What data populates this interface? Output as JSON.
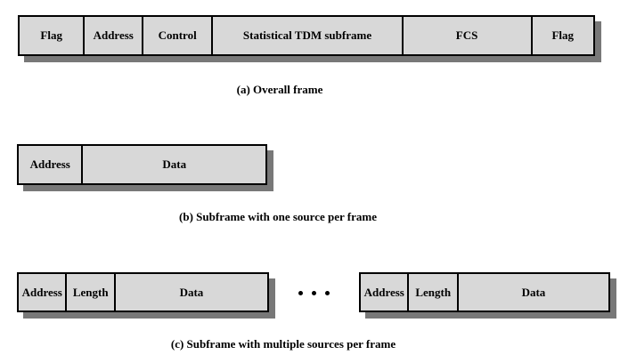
{
  "page": {
    "background_color": "#ffffff",
    "text_color": "#000000"
  },
  "styles": {
    "cell_fill_color": "#d8d8d8",
    "border_color": "#000000",
    "shadow_color": "#787878"
  },
  "frames": {
    "overall": {
      "caption": "(a) Overall frame",
      "cells": [
        {
          "label": "Flag"
        },
        {
          "label": "Address"
        },
        {
          "label": "Control"
        },
        {
          "label": "Statistical TDM subframe"
        },
        {
          "label": "FCS"
        },
        {
          "label": "Flag"
        }
      ]
    },
    "one_source": {
      "caption": "(b) Subframe with one source per frame",
      "cells": [
        {
          "label": "Address"
        },
        {
          "label": "Data"
        }
      ]
    },
    "multi_source": {
      "caption": "(c) Subframe with multiple sources per frame",
      "left_cells": [
        {
          "label": "Address"
        },
        {
          "label": "Length"
        },
        {
          "label": "Data"
        }
      ],
      "right_cells": [
        {
          "label": "Address"
        },
        {
          "label": "Length"
        },
        {
          "label": "Data"
        }
      ],
      "ellipsis_icon": "ellipsis-dots"
    }
  }
}
